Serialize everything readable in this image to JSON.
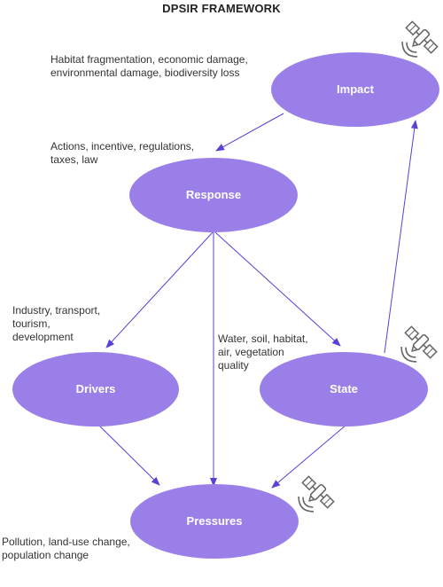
{
  "title": "DPSIR FRAMEWORK",
  "colors": {
    "node": "#9b7fe8",
    "arrow": "#5b3fd6",
    "icon": "#666666"
  },
  "nodes": {
    "impact": {
      "label": "Impact"
    },
    "response": {
      "label": "Response"
    },
    "drivers": {
      "label": "Drivers"
    },
    "state": {
      "label": "State"
    },
    "pressures": {
      "label": "Pressures"
    }
  },
  "descriptions": {
    "impact": "Habitat fragmentation, economic damage,\nenvironmental damage, biodiversity loss",
    "response": "Actions, incentive, regulations,\ntaxes, law",
    "drivers": "Industry, transport,\ntourism,\ndevelopment",
    "state": "Water, soil, habitat,\nair, vegetation\nquality",
    "pressures": "Pollution, land-use change,\npopulation change"
  },
  "icons": [
    "satellite-icon",
    "satellite-icon",
    "satellite-icon"
  ]
}
